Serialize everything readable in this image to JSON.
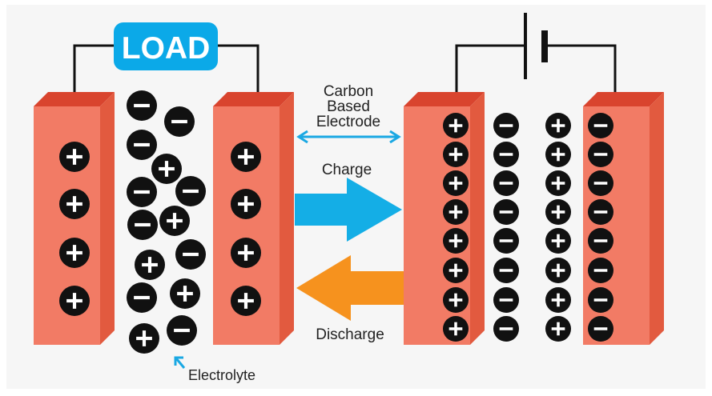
{
  "load_label": "LOAD",
  "electrode_label_lines": [
    "Carbon",
    "Based",
    "Electrode"
  ],
  "charge_label": "Charge",
  "discharge_label": "Discharge",
  "electrolyte_label": "Electrolyte",
  "colors": {
    "background": "#f6f6f6",
    "plate_front": "#f27b65",
    "plate_top": "#d9442e",
    "plate_side": "#e25a3f",
    "ion": "#111111",
    "load_box": "#0ba9e8",
    "charge_arrow": "#14aee6",
    "discharge_arrow": "#f6921e",
    "wire": "#111111"
  },
  "icons": [
    "plus-ion-icon",
    "minus-ion-icon",
    "charge-arrow-icon",
    "discharge-arrow-icon",
    "battery-symbol-icon",
    "double-headed-arrow-icon"
  ]
}
